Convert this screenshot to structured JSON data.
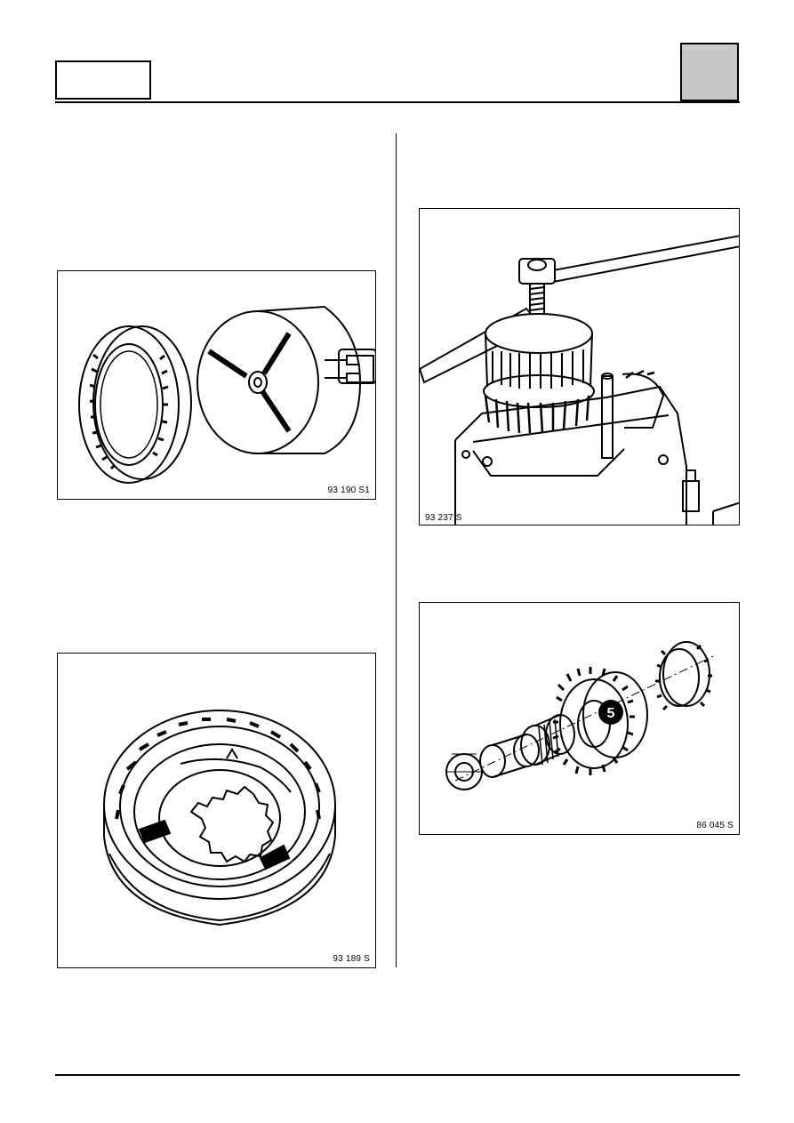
{
  "figures": {
    "fig1": {
      "caption": "93 190 S1"
    },
    "fig2": {
      "caption": "93 189 S"
    },
    "fig3": {
      "caption": "93 237 S"
    },
    "fig4": {
      "caption": "86 045 S",
      "callout": "5"
    }
  }
}
